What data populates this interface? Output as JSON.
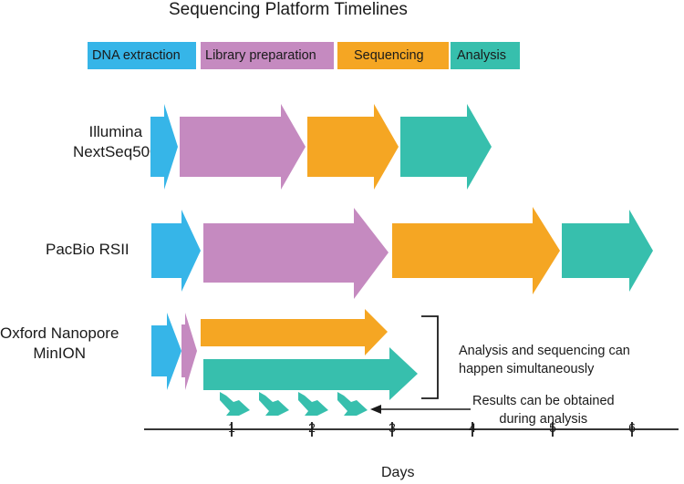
{
  "title": "Sequencing Platform Timelines",
  "colors": {
    "dna_extraction": "#36b5e8",
    "library_preparation": "#c58ac0",
    "sequencing": "#f5a623",
    "analysis": "#37bfad",
    "text": "#1a1a1a"
  },
  "legend": [
    {
      "label": "DNA extraction",
      "color": "#36b5e8"
    },
    {
      "label": "Library preparation",
      "color": "#c58ac0"
    },
    {
      "label": "Sequencing",
      "color": "#f5a623"
    },
    {
      "label": "Analysis",
      "color": "#37bfad"
    }
  ],
  "platforms": {
    "illumina": {
      "line1": "Illumina",
      "line2": "NextSeq500"
    },
    "pacbio": {
      "label": "PacBio RSII"
    },
    "ont": {
      "line1": "Oxford Nanopore",
      "line2": "MinION"
    }
  },
  "annotations": {
    "simultaneous_line1": "Analysis and sequencing can",
    "simultaneous_line2": "happen simultaneously",
    "results_line1": "Results can be obtained",
    "results_line2": "during analysis"
  },
  "axis": {
    "title": "Days",
    "ticks": [
      "1",
      "2",
      "3",
      "4",
      "5",
      "6"
    ]
  }
}
